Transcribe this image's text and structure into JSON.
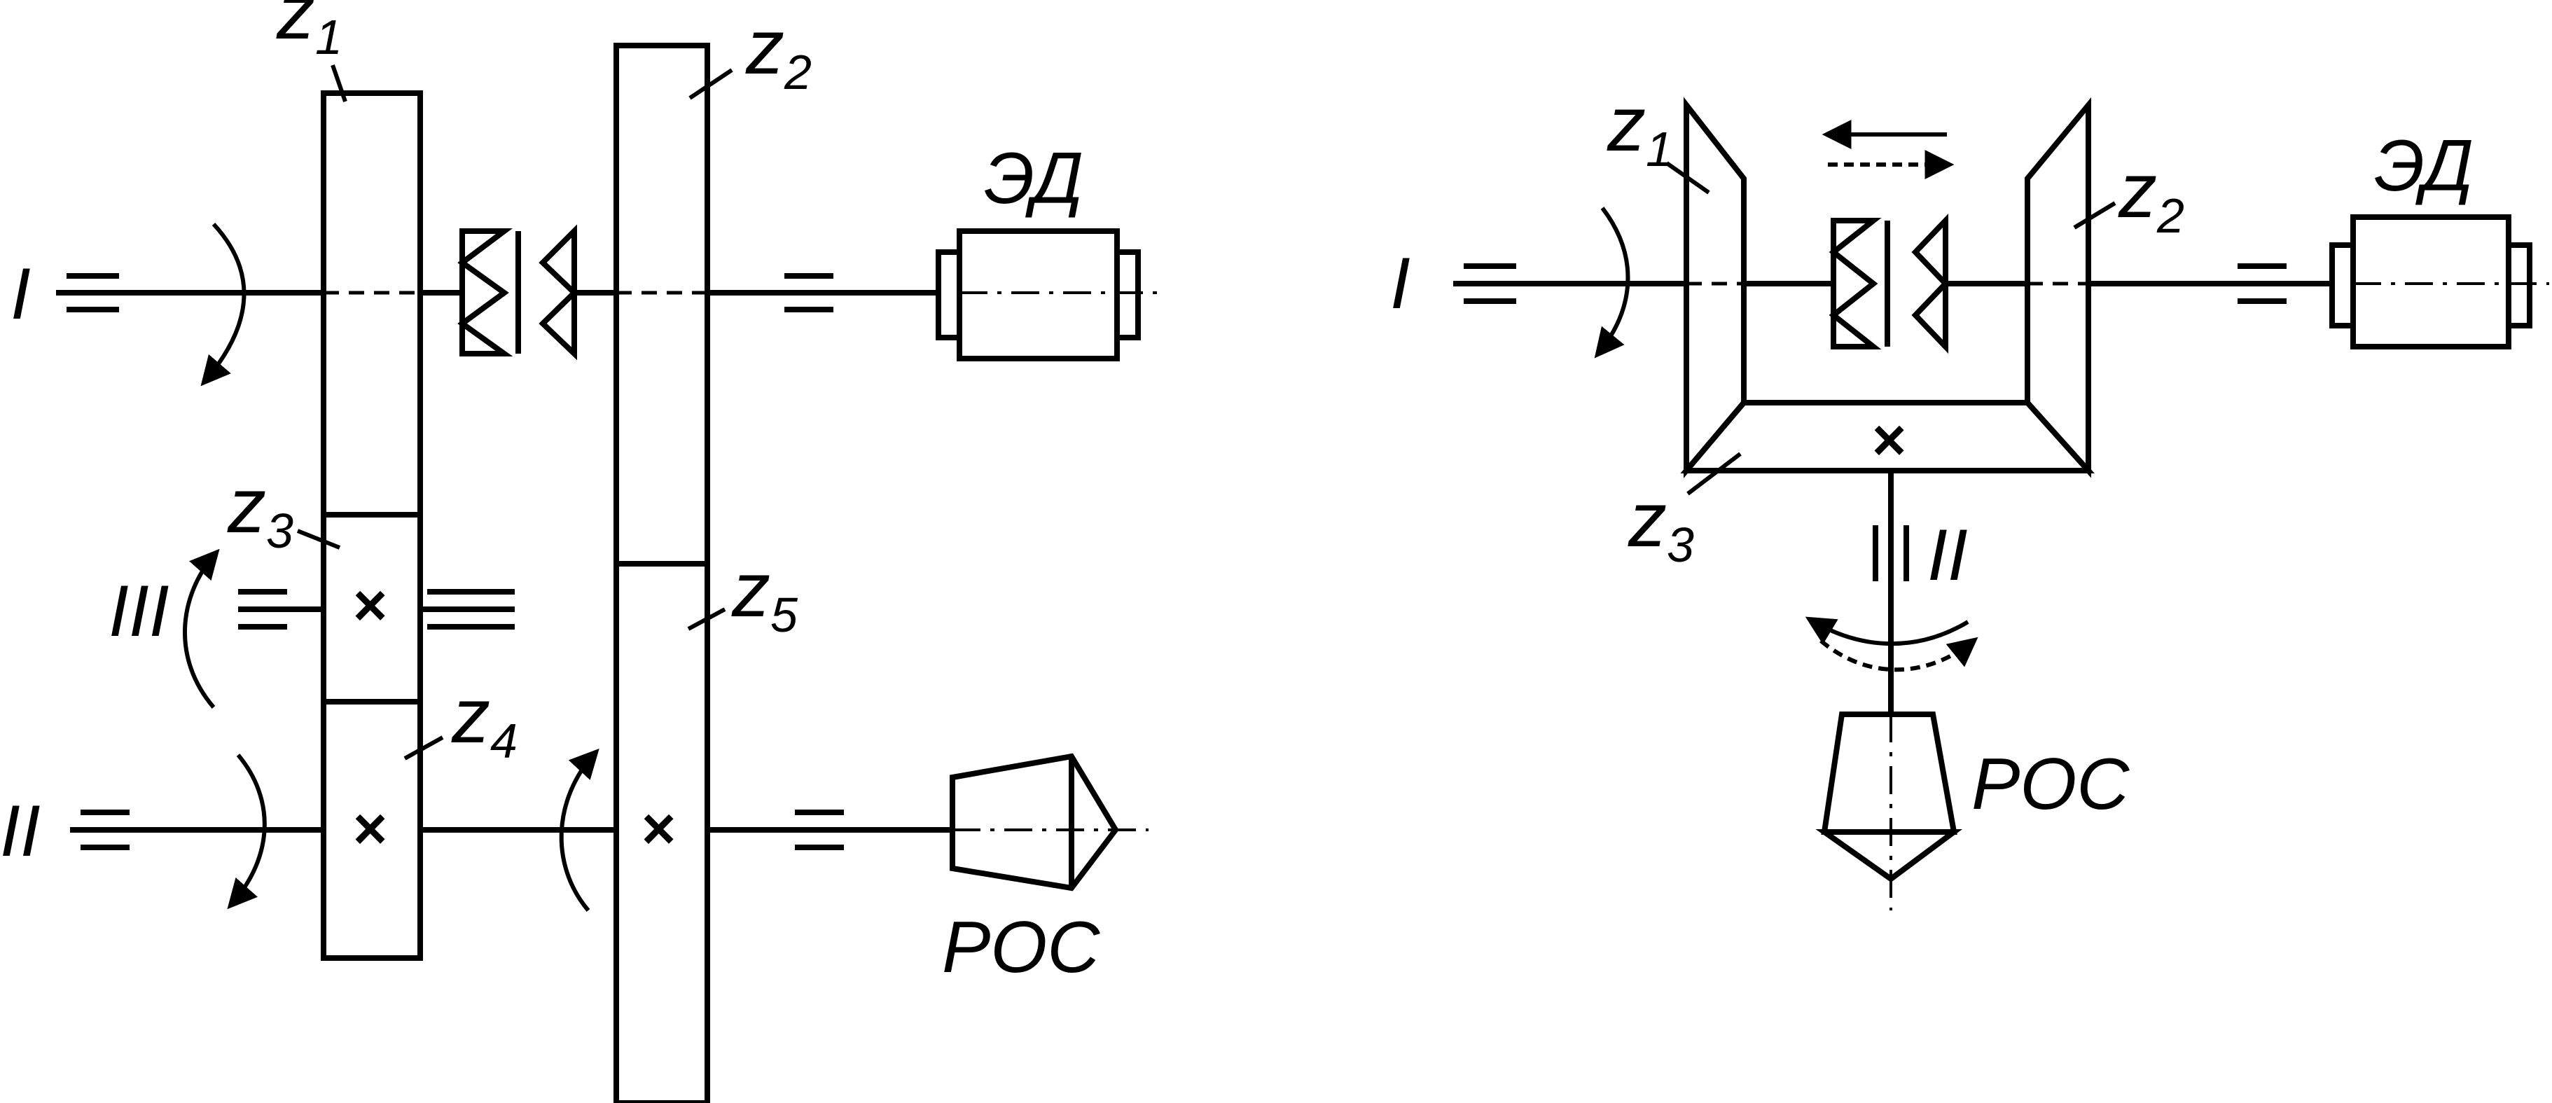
{
  "left_diagram": {
    "shaft_I": "I",
    "shaft_II": "II",
    "shaft_III": "III",
    "gear_z1": {
      "z": "z",
      "sub": "1"
    },
    "gear_z2": {
      "z": "z",
      "sub": "2"
    },
    "gear_z3": {
      "z": "z",
      "sub": "3"
    },
    "gear_z4": {
      "z": "z",
      "sub": "4"
    },
    "gear_z5": {
      "z": "z",
      "sub": "5"
    },
    "motor": "ЭД",
    "sensor": "РОС"
  },
  "right_diagram": {
    "shaft_I": "I",
    "shaft_II": "II",
    "gear_z1": {
      "z": "z",
      "sub": "1"
    },
    "gear_z2": {
      "z": "z",
      "sub": "2"
    },
    "gear_z3": {
      "z": "z",
      "sub": "3"
    },
    "motor": "ЭД",
    "sensor": "РОС"
  },
  "colors": {
    "ink": "#000000",
    "background": "#ffffff"
  }
}
